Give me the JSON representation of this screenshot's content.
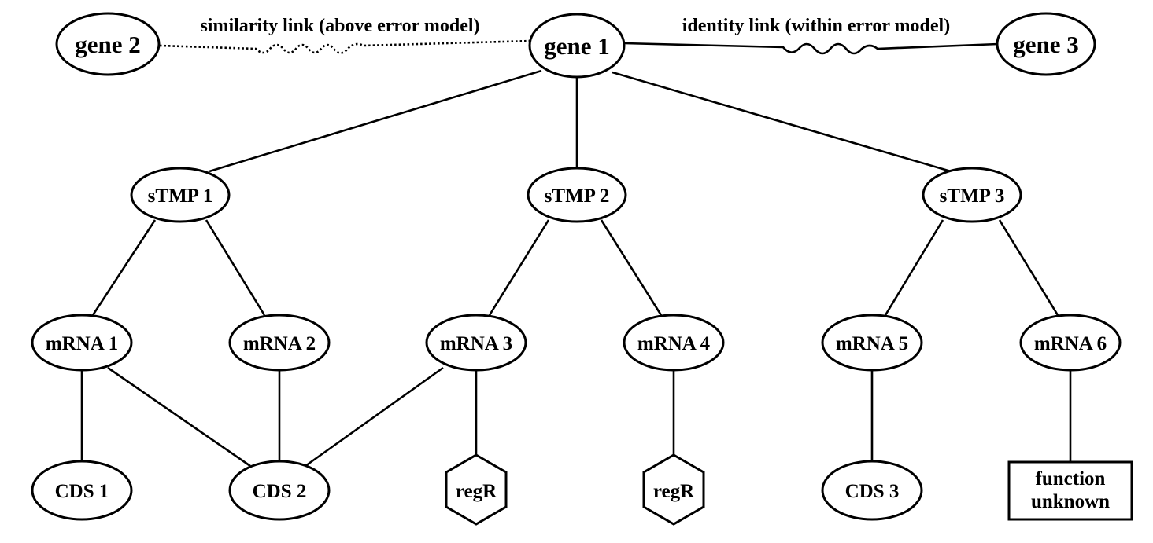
{
  "nodes": {
    "gene1": "gene 1",
    "gene2": "gene 2",
    "gene3": "gene 3",
    "stmp1": "sTMP 1",
    "stmp2": "sTMP 2",
    "stmp3": "sTMP 3",
    "mrna1": "mRNA 1",
    "mrna2": "mRNA 2",
    "mrna3": "mRNA 3",
    "mrna4": "mRNA 4",
    "mrna5": "mRNA 5",
    "mrna6": "mRNA 6",
    "cds1": "CDS 1",
    "cds2": "CDS 2",
    "cds3": "CDS 3",
    "regr_a": "regR",
    "regr_b": "regR",
    "unknown_line1": "function",
    "unknown_line2": "unknown"
  },
  "links": {
    "similarity": "similarity link (above error model)",
    "identity": "identity link (within error model)"
  }
}
